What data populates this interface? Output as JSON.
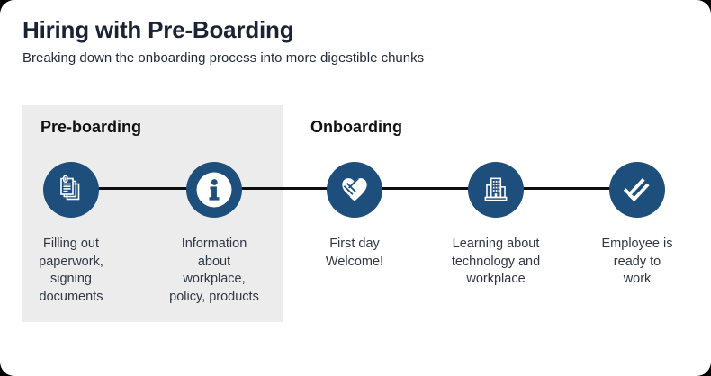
{
  "header": {
    "title": "Hiring with Pre-Boarding",
    "subtitle": "Breaking down the onboarding process into more digestible chunks"
  },
  "sections": {
    "preboarding": {
      "label": "Pre-boarding"
    },
    "onboarding": {
      "label": "Onboarding"
    }
  },
  "steps": [
    {
      "icon": "documents-icon",
      "section": "Pre-boarding",
      "label": "Filling out\npaperwork,\nsigning\ndocuments"
    },
    {
      "icon": "info-icon",
      "section": "Pre-boarding",
      "label": "Information\nabout\nworkplace,\npolicy, products"
    },
    {
      "icon": "handshake-heart-icon",
      "section": "Onboarding",
      "label": "First day\nWelcome!"
    },
    {
      "icon": "building-icon",
      "section": "Onboarding",
      "label": "Learning about\ntechnology and\nworkplace"
    },
    {
      "icon": "double-check-icon",
      "section": "Onboarding",
      "label": "Employee is\nready to\nwork"
    }
  ],
  "colors": {
    "accent_navy": "#1e4e7c",
    "section_background": "#ececec",
    "timeline_line": "#0e0e0e",
    "title_text": "#1a2333",
    "body_text": "#2f3744",
    "card_background": "#ffffff"
  }
}
